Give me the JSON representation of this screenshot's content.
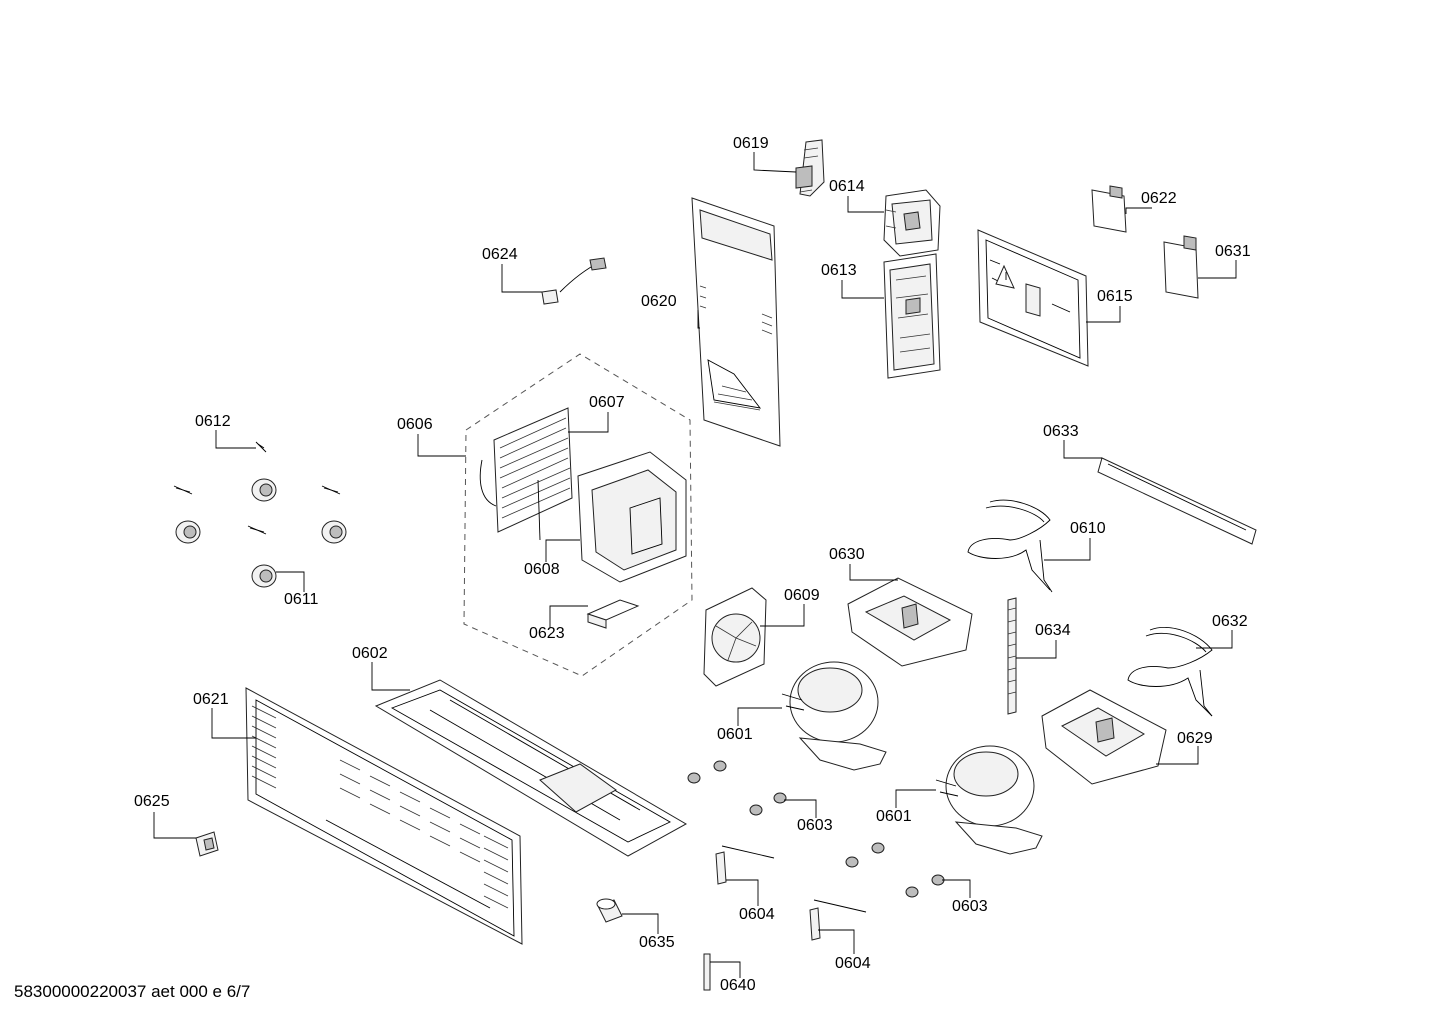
{
  "labels": {
    "p0619": "0619",
    "p0614": "0614",
    "p0622": "0622",
    "p0631": "0631",
    "p0624": "0624",
    "p0613": "0613",
    "p0620": "0620",
    "p0615": "0615",
    "p0607": "0607",
    "p0612": "0612",
    "p0606": "0606",
    "p0633": "0633",
    "p0610": "0610",
    "p0630": "0630",
    "p0608": "0608",
    "p0611": "0611",
    "p0609": "0609",
    "p0623": "0623",
    "p0634": "0634",
    "p0632": "0632",
    "p0602": "0602",
    "p0621": "0621",
    "p0601a": "0601",
    "p0629": "0629",
    "p0625": "0625",
    "p0603a": "0603",
    "p0601b": "0601",
    "p0604a": "0604",
    "p0603b": "0603",
    "p0635": "0635",
    "p0604b": "0604",
    "p0640": "0640"
  },
  "footer": "58300000220037 aet 000 e 6/7",
  "icons": {
    "warning_symbol": "warning-triangle-icon"
  }
}
